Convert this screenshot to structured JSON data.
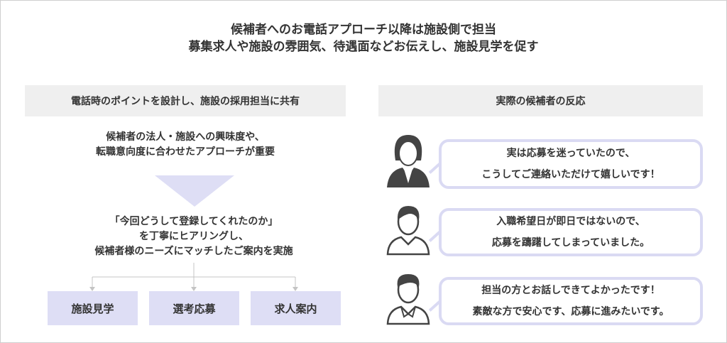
{
  "title": {
    "line1": "候補者へのお電話アプローチ以降は施設側で担当",
    "line2": "募集求人や施設の雰囲気、待遇面などお伝えし、施設見学を促す"
  },
  "left": {
    "header": "電話時のポイントを設計し、施設の採用担当に共有",
    "point": [
      "候補者の法人・施設への興味度や、",
      "転職意向度に合わせたアプローチが重要"
    ],
    "hearing": [
      "「今回どうして登録してくれたのか」",
      "を丁寧にヒアリングし、",
      "候補者様のニーズにマッチしたご案内を実施"
    ],
    "options": [
      "施設見学",
      "選考応募",
      "求人案内"
    ]
  },
  "right": {
    "header": "実際の候補者の反応",
    "reactions": [
      {
        "avatar": "woman-avatar-icon",
        "lines": [
          "実は応募を迷っていたので、",
          "こうしてご連絡いただけて嬉しいです！"
        ]
      },
      {
        "avatar": "man-avatar-icon",
        "lines": [
          "入職希望日が即日ではないので、",
          "応募を躊躇してしまっていました。"
        ]
      },
      {
        "avatar": "man-shirt-avatar-icon",
        "lines": [
          "担当の方とお話しできてよかったです！",
          "素敵な方で安心です、応募に進みたいです。"
        ]
      }
    ]
  },
  "colors": {
    "accent": "#dedef5",
    "header_bg": "#efefef"
  }
}
